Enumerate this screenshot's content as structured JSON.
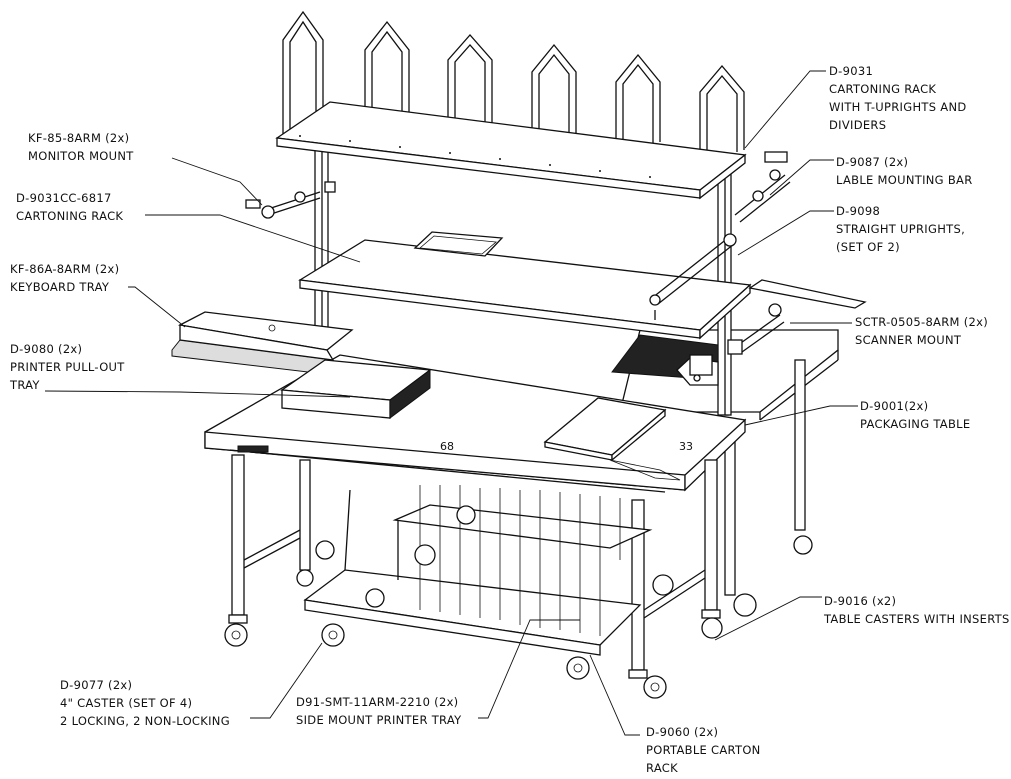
{
  "callouts": [
    {
      "id": "c1",
      "lines": [
        "KF-85-8ARM (2x)",
        "MONITOR MOUNT"
      ]
    },
    {
      "id": "c2",
      "lines": [
        "D-9031CC-6817",
        "CARTONING RACK"
      ]
    },
    {
      "id": "c3",
      "lines": [
        "KF-86A-8ARM (2x)",
        "KEYBOARD TRAY"
      ]
    },
    {
      "id": "c4",
      "lines": [
        "D-9080 (2x)",
        "PRINTER PULL-OUT",
        "TRAY"
      ]
    },
    {
      "id": "c5",
      "lines": [
        "D-9077 (2x)",
        "4\" CASTER (SET OF 4)",
        "2 LOCKING, 2 NON-LOCKING"
      ]
    },
    {
      "id": "c6",
      "lines": [
        "D91-SMT-11ARM-2210 (2x)",
        "SIDE MOUNT PRINTER TRAY"
      ]
    },
    {
      "id": "c7",
      "lines": [
        "D-9060 (2x)",
        "PORTABLE CARTON",
        "RACK"
      ]
    },
    {
      "id": "c8",
      "lines": [
        "D-9016 (x2)",
        "TABLE CASTERS WITH INSERTS"
      ]
    },
    {
      "id": "c9",
      "lines": [
        "D-9001(2x)",
        "PACKAGING TABLE"
      ]
    },
    {
      "id": "c10",
      "lines": [
        "SCTR-0505-8ARM (2x)",
        "SCANNER MOUNT"
      ]
    },
    {
      "id": "c11",
      "lines": [
        "D-9098",
        "STRAIGHT UPRIGHTS,",
        "(SET OF 2)"
      ]
    },
    {
      "id": "c12",
      "lines": [
        "D-9087 (2x)",
        "LABLE MOUNTING BAR"
      ]
    },
    {
      "id": "c13",
      "lines": [
        "D-9031",
        "CARTONING RACK",
        "WITH T-UPRIGHTS AND",
        "DIVIDERS"
      ]
    }
  ],
  "dimensions": {
    "width": "68",
    "depth": "33"
  }
}
